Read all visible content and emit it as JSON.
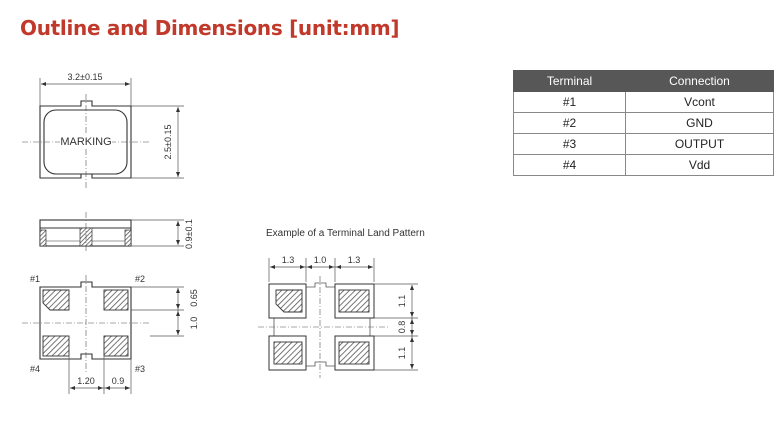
{
  "title": "Outline and Dimensions [unit:mm]",
  "top_view": {
    "marking": "MARKING",
    "width_dim": "3.2±0.15",
    "height_dim": "2.5±0.15"
  },
  "side_view": {
    "thickness_dim": "0.9±0.1"
  },
  "bottom_view": {
    "pin1": "#1",
    "pin2": "#2",
    "pin3": "#3",
    "pin4": "#4",
    "dim_065": "0.65",
    "dim_10": "1.0",
    "dim_120": "1.20",
    "dim_09": "0.9"
  },
  "land_pattern": {
    "title": "Example of a Terminal Land Pattern",
    "dim_top_left": "1.3",
    "dim_top_mid": "1.0",
    "dim_top_right": "1.3",
    "dim_right_top": "1.1",
    "dim_right_mid": "0.8",
    "dim_right_bottom": "1.1"
  },
  "terminal_table": {
    "headers": [
      "Terminal",
      "Connection"
    ],
    "rows": [
      [
        "#1",
        "Vcont"
      ],
      [
        "#2",
        "GND"
      ],
      [
        "#3",
        "OUTPUT"
      ],
      [
        "#4",
        "Vdd"
      ]
    ]
  },
  "colors": {
    "title": "#c0392b",
    "table_header_bg": "#575757"
  }
}
